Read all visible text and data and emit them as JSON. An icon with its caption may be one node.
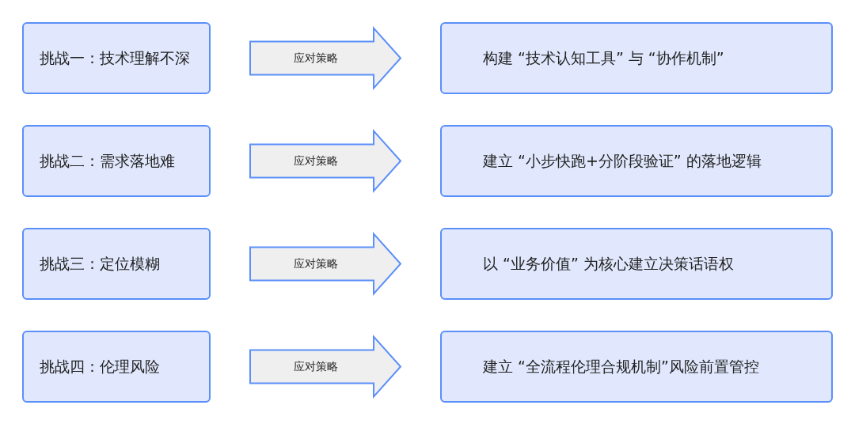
{
  "diagram": {
    "nodes": [
      {
        "text": [
          "挑战一：技术理解不深"
        ]
      },
      {
        "text": [
          "构建 “技术认知工具” 与 “协作机制”"
        ]
      },
      {
        "text": [
          "挑战二：需求落地难"
        ]
      },
      {
        "text": [
          "建立 “小步快跑+分阶段验证” 的落地逻辑"
        ]
      },
      {
        "text": [
          "挑战三：定位模糊"
        ]
      },
      {
        "text": [
          "以 “业务价值” 为核心建立决策话语权"
        ]
      },
      {
        "text": [
          "挑战四：伦理风险"
        ]
      },
      {
        "text": [
          "建立 “全流程伦理合规机制”风险前置管控"
        ]
      }
    ],
    "edges": [
      {
        "from": 0,
        "to": 1,
        "arrow": "to",
        "label": "应对策略"
      },
      {
        "from": 2,
        "to": 3,
        "arrow": "to",
        "label": "应对策略"
      },
      {
        "from": 4,
        "to": 5,
        "arrow": "to",
        "label": "应对策略"
      },
      {
        "from": 6,
        "to": 7,
        "arrow": "to",
        "label": "应对策略"
      }
    ]
  }
}
